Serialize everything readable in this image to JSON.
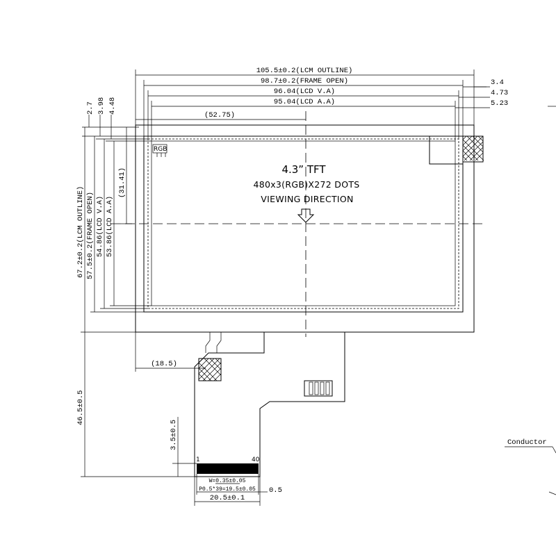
{
  "display": {
    "size_label": "4.3” TFT",
    "resolution_label": "480x3(RGB)X272 DOTS",
    "viewing_label": "VIEWING DIRECTION",
    "rgb_label": "RGB"
  },
  "dimensions": {
    "top": {
      "lcm_outline": "105.5±0.2(LCM OUTLINE)",
      "frame_open": "98.7±0.2(FRAME OPEN)",
      "lcd_va": "96.04(LCD V.A)",
      "lcd_aa": "95.04(LCD A.A)",
      "center": "(52.75)"
    },
    "right": {
      "a": "3.4",
      "b": "4.73",
      "c": "5.23"
    },
    "left_top": {
      "a": "2.7",
      "b": "3.98",
      "c": "4.48"
    },
    "left": {
      "lcm_outline": "67.2±0.2(LCM OUTLINE)",
      "frame_open": "57.5±0.2(FRAME OPEN)",
      "lcd_va": "54.86(LCD V.A)",
      "lcd_aa": "53.86(LCD A.A)",
      "center": "(31.41)"
    },
    "fpc": {
      "offset": "(18.5)",
      "length": "46.5±0.5",
      "contact": "3.5±0.5",
      "width_each": "W=0.35±0.05",
      "pitch": "P0.5*39=19.5±0.05",
      "total": "20.5±0.1",
      "margin": "0.5",
      "pin_first": "1",
      "pin_last": "40"
    }
  },
  "callout": {
    "conductor": "Conductor"
  }
}
